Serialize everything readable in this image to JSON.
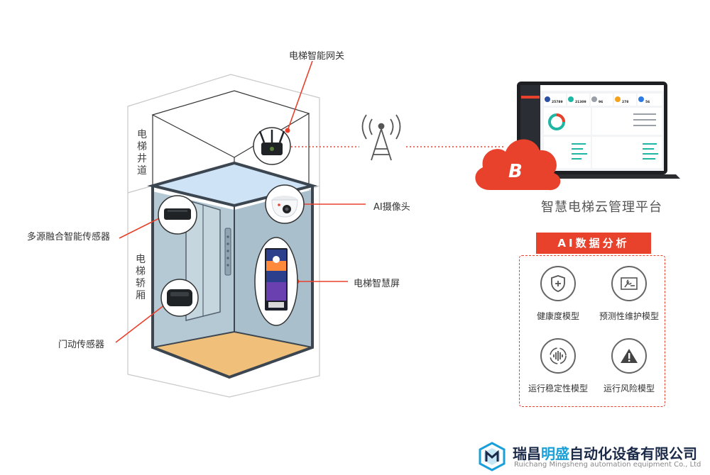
{
  "labels": {
    "gateway": "电梯智能网关",
    "shaft": "电梯井道",
    "cabin": "电梯轿厢",
    "camera": "AI摄像头",
    "multi_sensor": "多源融合智能传感器",
    "screen": "电梯智慧屏",
    "door_sensor": "门动传感器"
  },
  "platform": {
    "title": "智慧电梯云管理平台",
    "laptop_stats": [
      "25789",
      "21309",
      "96",
      "278",
      "56"
    ]
  },
  "analysis": {
    "title": "AI数据分析",
    "models": [
      {
        "label": "健康度模型",
        "icon": "shield-plus-icon"
      },
      {
        "label": "预测性维护模型",
        "icon": "wrench-icon"
      },
      {
        "label": "运行稳定性模型",
        "icon": "waveform-icon"
      },
      {
        "label": "运行风险模型",
        "icon": "warning-icon"
      }
    ]
  },
  "company": {
    "name_prefix": "瑞昌",
    "name_highlight": "明盛",
    "name_suffix": "自动化设备有限公司",
    "name_en": "Ruichang Mingsheng automation equipment Co., Ltd"
  },
  "colors": {
    "accent": "#e8412c",
    "cabin_wall": "#b5c9d5",
    "ceiling": "#cfe3f6",
    "floor": "#f0c07a",
    "outline": "#3c4650"
  }
}
